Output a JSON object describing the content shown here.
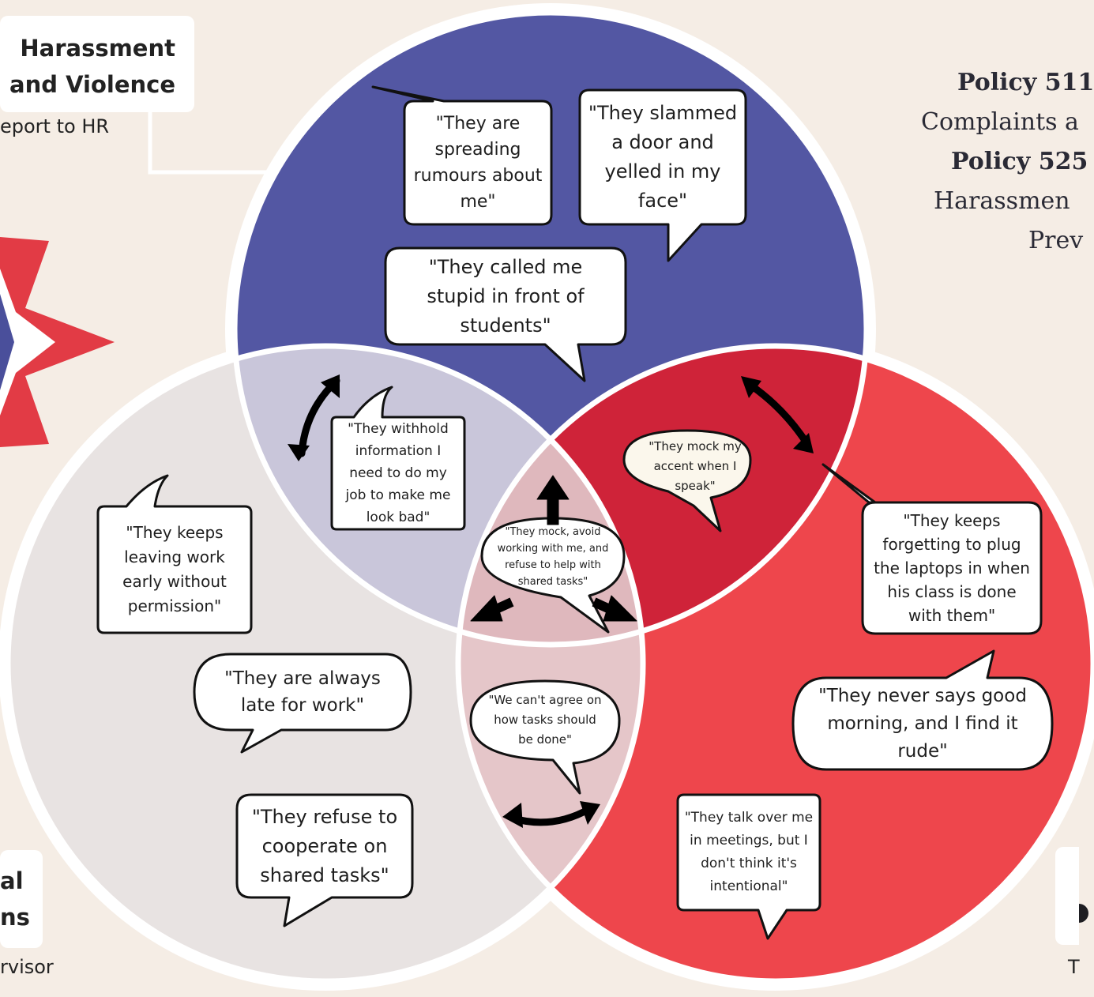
{
  "colors": {
    "background": "#f5ede5",
    "harassment_circle": "#5357a3",
    "interpersonal_circle": "#e8e3e2",
    "right_circle": "#ee464c",
    "overlap_left": "#c9c6da",
    "overlap_right": "#cf2339",
    "overlap_bottom": "#e5c6c9",
    "center": "#dfb8bd"
  },
  "labels": {
    "harassment_line1": "Harassment",
    "harassment_line2": "and Violence",
    "harassment_action": "eport to HR",
    "interpersonal_line1": "al",
    "interpersonal_line2": "ns",
    "interpersonal_action": "rvisor",
    "right_action": "T"
  },
  "policy": {
    "line1_bold": "Policy 511",
    "line2": "Complaints a",
    "line3_bold": "Policy 525",
    "line4": "Harassmen",
    "line5": "Prev"
  },
  "bubbles": {
    "rumours": "\"They are spreading rumours about me\"",
    "slammed": "\"They slammed a door and yelled in my face\"",
    "stupid": "\"They called me stupid in front of students\"",
    "withhold": "\"They withhold information I need to do my job to make me look bad\"",
    "accent": "\"They mock my accent when I speak\"",
    "center": "\"They mock, avoid working with me, and refuse to help with shared tasks\"",
    "leaving": "\"They keeps leaving work early without permission\"",
    "laptops": "\"They keeps forgetting to plug the laptops in when his class is done with them\"",
    "late": "\"They are always late for work\"",
    "agree": "\"We can't agree on how tasks should be done\"",
    "morning": "\"They never says good morning, and I find it rude\"",
    "cooperate": "\"They refuse to cooperate on shared tasks\"",
    "talk_over": "\"They talk over me in meetings, but I don't think it's intentional\""
  },
  "icons": {
    "compass": "compass-star-icon",
    "person": "person-icon",
    "arrow": "double-arrow-icon"
  }
}
